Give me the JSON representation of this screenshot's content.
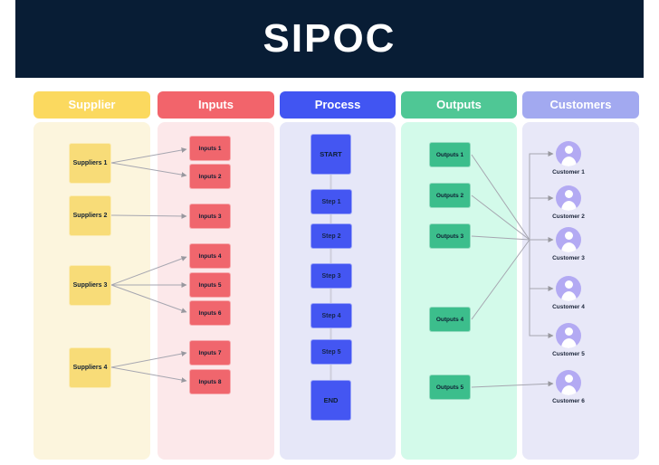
{
  "title": "SIPOC",
  "columns": [
    {
      "label": "Supplier",
      "header_color": "#FBD95F",
      "body_color": "#FCF5DD"
    },
    {
      "label": "Inputs",
      "header_color": "#F2646B",
      "body_color": "#FCE8EA"
    },
    {
      "label": "Process",
      "header_color": "#4155F2",
      "body_color": "#E6E7F8"
    },
    {
      "label": "Outputs",
      "header_color": "#4FC795",
      "body_color": "#D3FAEA"
    },
    {
      "label": "Customers",
      "header_color": "#A2A9F0",
      "body_color": "#E8E8F8"
    }
  ],
  "suppliers": [
    "Suppliers 1",
    "Suppliers 2",
    "Suppliers 3",
    "Suppliers 4"
  ],
  "inputs": [
    "Inputs 1",
    "Inputs 2",
    "Inputs 3",
    "Inputs 4",
    "Inputs 5",
    "Inputs 6",
    "Inputs 7",
    "Inputs 8"
  ],
  "process": [
    "START",
    "Step 1",
    "Step 2",
    "Step 3",
    "Step 4",
    "Step 5",
    "END"
  ],
  "outputs": [
    "Outputs 1",
    "Outputs 2",
    "Outputs 3",
    "Outputs 4",
    "Outputs 5"
  ],
  "customers": [
    "Customer 1",
    "Customer 2",
    "Customer 3",
    "Customer 4",
    "Customer 5",
    "Customer 6"
  ],
  "connections": {
    "suppliers_to_inputs": [
      {
        "from": "Suppliers 1",
        "to": [
          "Inputs 1",
          "Inputs 2"
        ]
      },
      {
        "from": "Suppliers 2",
        "to": [
          "Inputs 3"
        ]
      },
      {
        "from": "Suppliers 3",
        "to": [
          "Inputs 4",
          "Inputs 5",
          "Inputs 6"
        ]
      },
      {
        "from": "Suppliers 4",
        "to": [
          "Inputs 7",
          "Inputs 8"
        ]
      }
    ],
    "process_flow": "START → Step 1 → Step 2 → Step 3 → Step 4 → Step 5 → END",
    "outputs_to_customers": [
      {
        "from": [
          "Outputs 1",
          "Outputs 2",
          "Outputs 3",
          "Outputs 4"
        ],
        "to": [
          "Customer 1",
          "Customer 2",
          "Customer 3",
          "Customer 4",
          "Customer 5"
        ]
      },
      {
        "from": [
          "Outputs 5"
        ],
        "to": [
          "Customer 6"
        ]
      }
    ]
  },
  "colors": {
    "banner": "#081D35",
    "title_text": "#ffffff",
    "supplier_box": "#F8DC78",
    "input_box": "#F0666D",
    "process_box": "#4456F2",
    "output_box": "#3CBE8C",
    "avatar": "#B3AAF3",
    "connector_line": "#A6A6B0"
  }
}
